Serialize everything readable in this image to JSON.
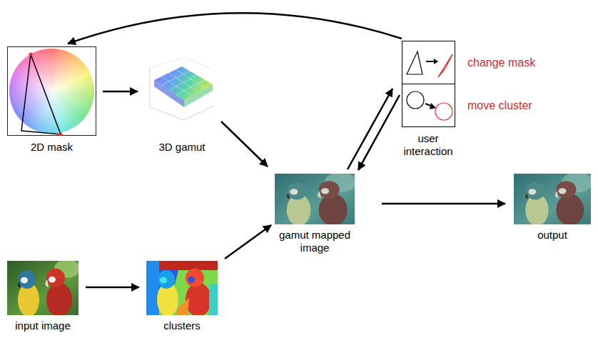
{
  "diagram": {
    "nodes": [
      {
        "text": [
          "2D mask"
        ]
      },
      {
        "text": [
          "3D gamut"
        ]
      },
      {
        "text": [
          "user interaction"
        ]
      },
      {
        "text": [
          "change mask"
        ],
        "in": 2
      },
      {
        "text": [
          "move cluster"
        ],
        "in": 2
      },
      {
        "text": [
          "gamut mapped image"
        ]
      },
      {
        "text": [
          "output"
        ]
      },
      {
        "text": [
          "input image"
        ]
      },
      {
        "text": [
          "clusters"
        ]
      }
    ],
    "edges": [
      {
        "from": 2,
        "to": 0,
        "arrow": "to"
      },
      {
        "from": 0,
        "to": 1,
        "arrow": "to"
      },
      {
        "from": 1,
        "to": 5,
        "arrow": "to"
      },
      {
        "from": 5,
        "to": 2,
        "arrow": "to"
      },
      {
        "from": 2,
        "to": 5,
        "arrow": "to"
      },
      {
        "from": 5,
        "to": 6,
        "arrow": "to"
      },
      {
        "from": 7,
        "to": 8,
        "arrow": "to"
      },
      {
        "from": 8,
        "to": 5,
        "arrow": "to"
      }
    ]
  }
}
